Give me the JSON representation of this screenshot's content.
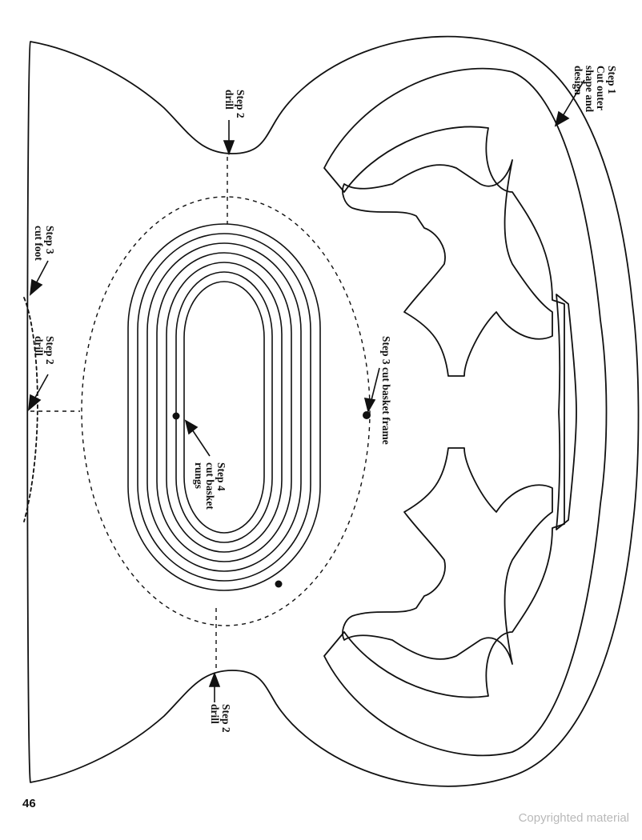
{
  "labels": {
    "step1": [
      "Step 1",
      "Cut outer",
      "shape and",
      "design"
    ],
    "step2_top": [
      "Step 2",
      "drill"
    ],
    "step2_bottom": [
      "Step 2",
      "drill"
    ],
    "step2_left": [
      "Step 2",
      "drill"
    ],
    "step3_foot": [
      "Step 3",
      "cut foot"
    ],
    "step3_frame": [
      "Step 3 cut basket frame"
    ],
    "step4": [
      "Step 4",
      "cut basket",
      "rungs"
    ]
  },
  "page_number": "46",
  "watermark": "Copyrighted material"
}
